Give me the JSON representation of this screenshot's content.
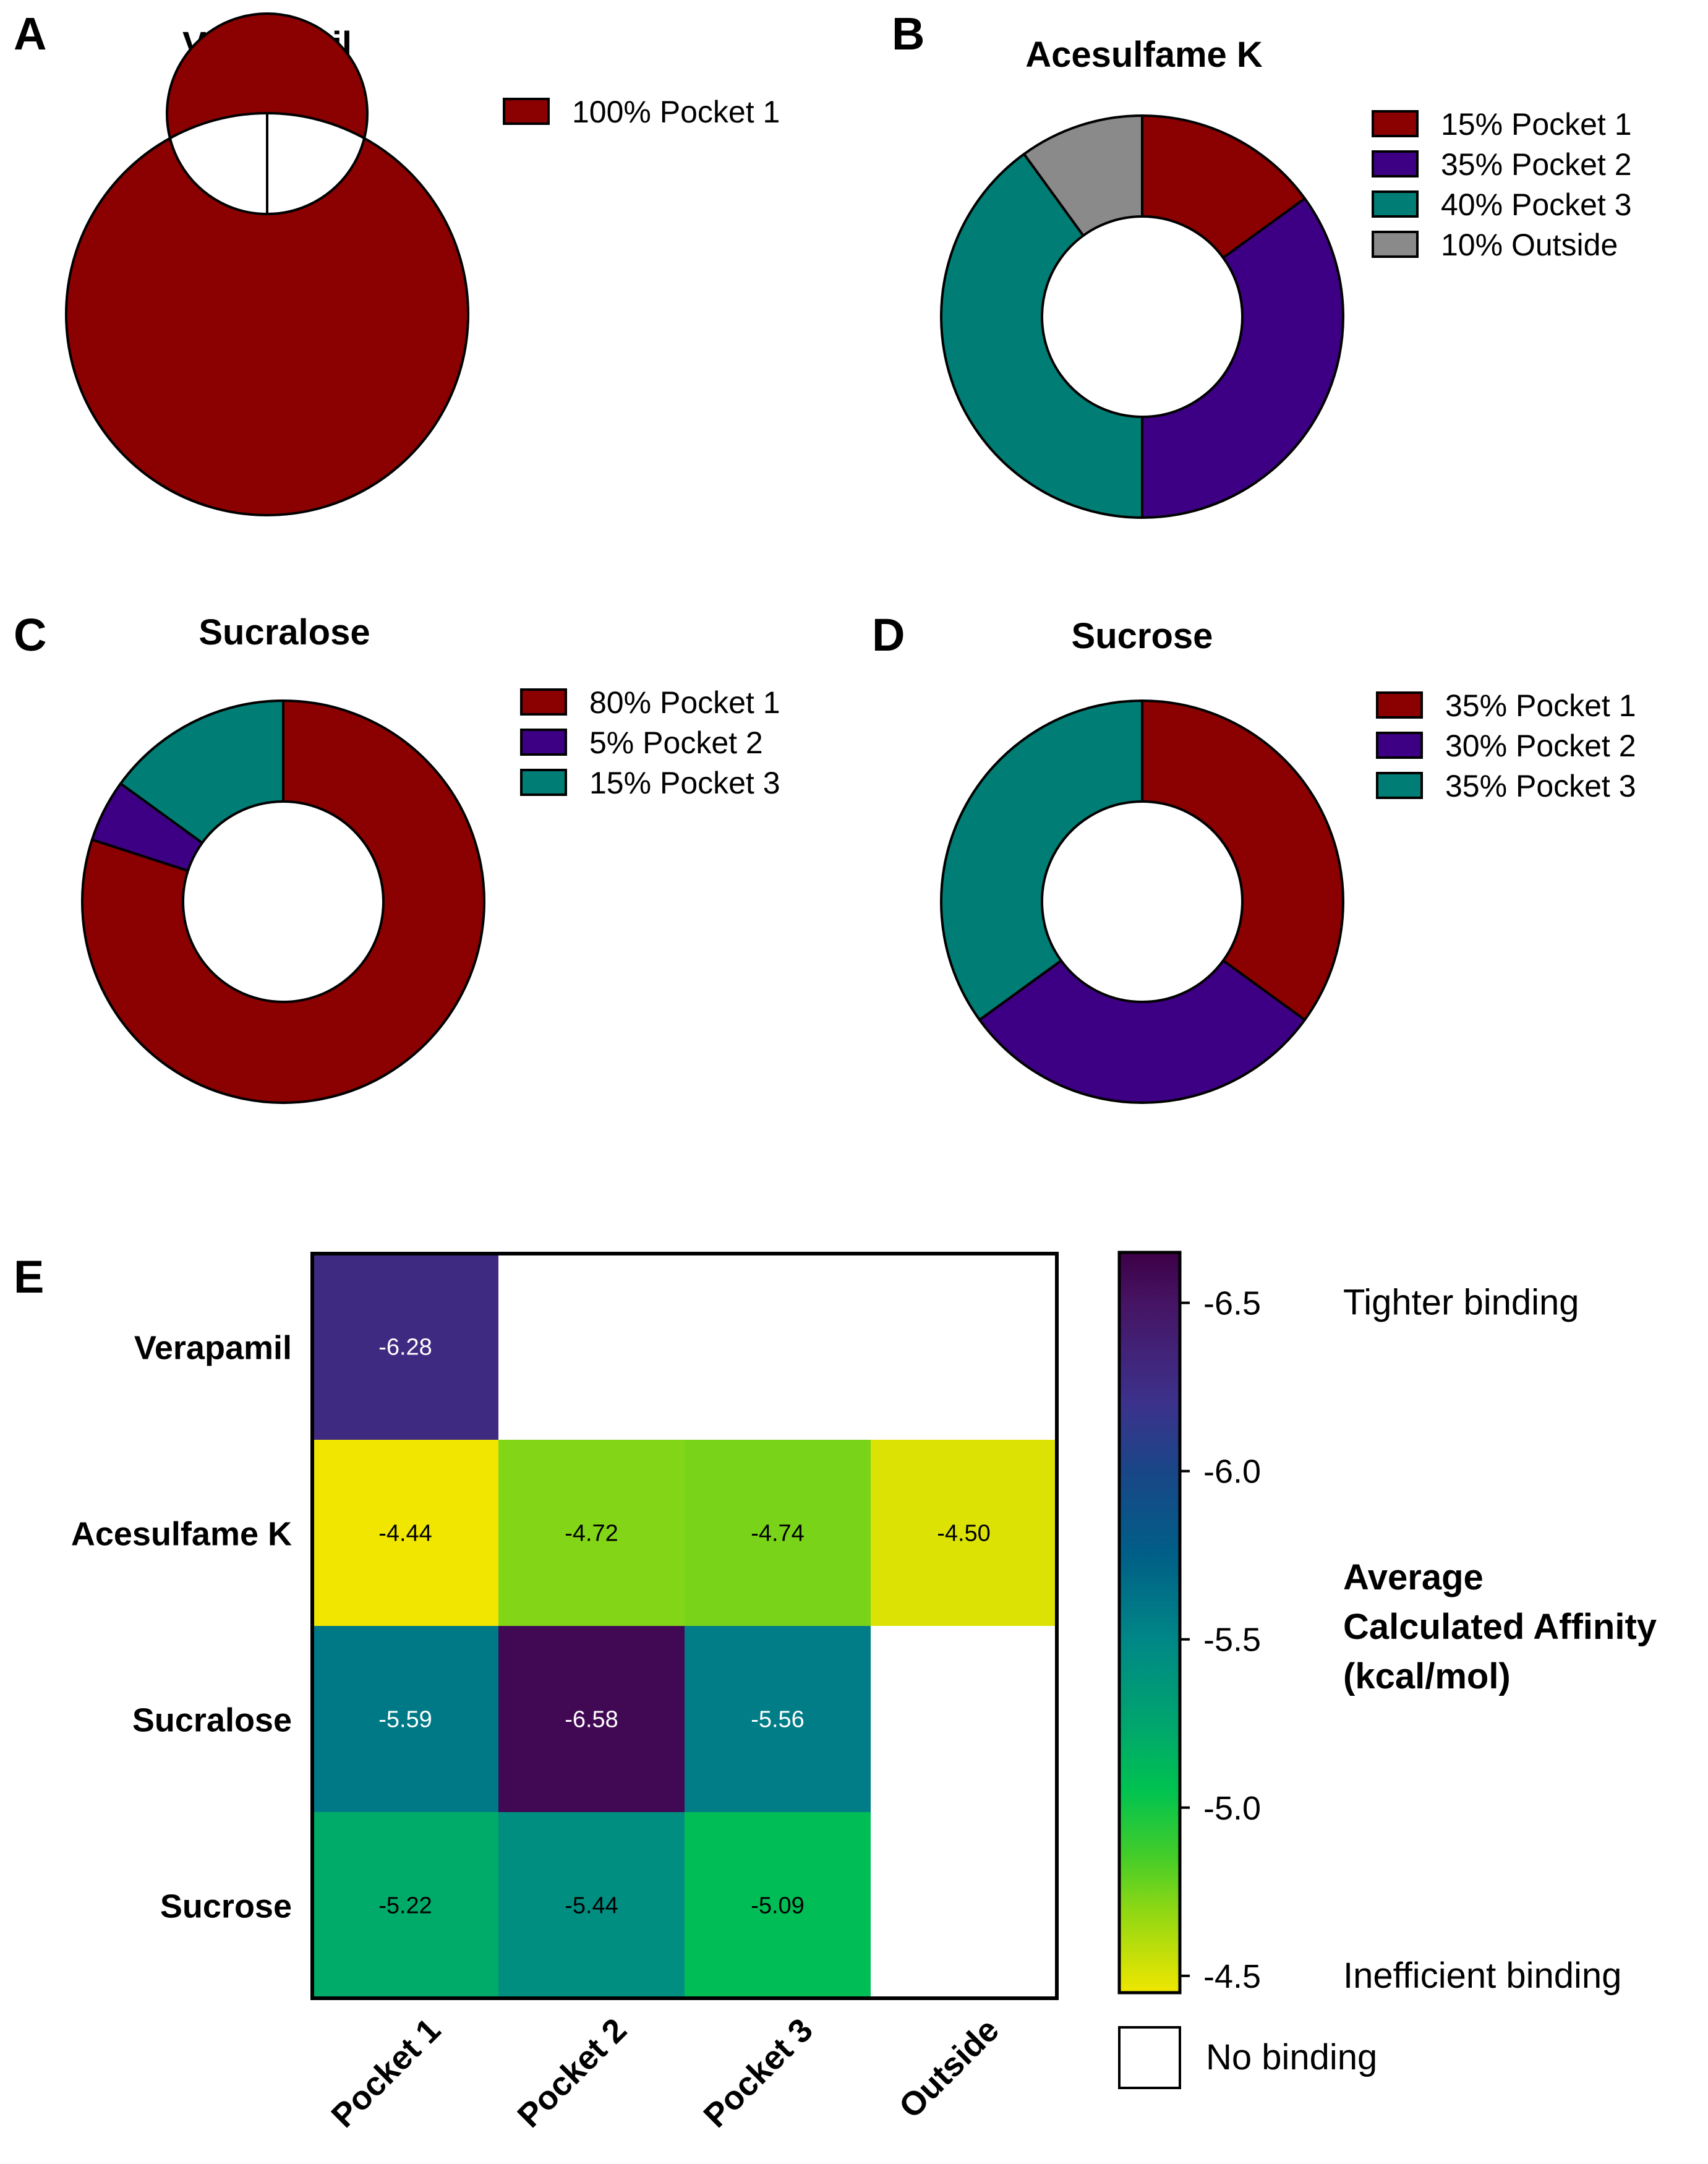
{
  "chart_data": [
    {
      "type": "pie",
      "panel": "A",
      "title": "Verapamil",
      "slices": [
        {
          "label": "Pocket 1",
          "value": 100,
          "legend": "100%  Pocket 1",
          "color": "#8b0000"
        }
      ]
    },
    {
      "type": "pie",
      "panel": "B",
      "title": "Acesulfame K",
      "slices": [
        {
          "label": "Pocket 1",
          "value": 15,
          "legend": "15% Pocket 1",
          "color": "#8b0000"
        },
        {
          "label": "Pocket 2",
          "value": 35,
          "legend": "35% Pocket 2",
          "color": "#3d0085"
        },
        {
          "label": "Pocket 3",
          "value": 40,
          "legend": "40% Pocket 3",
          "color": "#007d74"
        },
        {
          "label": "Outside",
          "value": 10,
          "legend": "10% Outside",
          "color": "#8a8a8a"
        }
      ]
    },
    {
      "type": "pie",
      "panel": "C",
      "title": "Sucralose",
      "slices": [
        {
          "label": "Pocket 1",
          "value": 80,
          "legend": "80%  Pocket 1",
          "color": "#8b0000"
        },
        {
          "label": "Pocket 2",
          "value": 5,
          "legend": "5%  Pocket 2",
          "color": "#3d0085"
        },
        {
          "label": "Pocket 3",
          "value": 15,
          "legend": "15%  Pocket 3",
          "color": "#007d74"
        }
      ]
    },
    {
      "type": "pie",
      "panel": "D",
      "title": "Sucrose",
      "slices": [
        {
          "label": "Pocket 1",
          "value": 35,
          "legend": "35%  Pocket 1",
          "color": "#8b0000"
        },
        {
          "label": "Pocket 2",
          "value": 30,
          "legend": "30%  Pocket 2",
          "color": "#3d0085"
        },
        {
          "label": "Pocket 3",
          "value": 35,
          "legend": "35%  Pocket 3",
          "color": "#007d74"
        }
      ]
    },
    {
      "type": "heatmap",
      "panel": "E",
      "rows": [
        "Verapamil",
        "Acesulfame K",
        "Sucralose",
        "Sucrose"
      ],
      "columns": [
        "Pocket 1",
        "Pocket 2",
        "Pocket 3",
        "Outside"
      ],
      "values": [
        [
          -6.28,
          null,
          null,
          null
        ],
        [
          -4.44,
          -4.72,
          -4.74,
          -4.5
        ],
        [
          -5.59,
          -6.58,
          -5.56,
          null
        ],
        [
          -5.22,
          -5.44,
          -5.09,
          null
        ]
      ],
      "colorbar": {
        "title": [
          "Average",
          "Calculated Affinity",
          "(kcal/mol)"
        ],
        "ticks": [
          "-6.5",
          "-6.0",
          "-5.5",
          "-5.0",
          "-4.5"
        ],
        "tick_values": [
          -6.5,
          -6.0,
          -5.5,
          -5.0,
          -4.5
        ],
        "range": [
          -6.65,
          -4.45
        ],
        "top_label": "Tighter binding",
        "bottom_label": "Inefficient binding",
        "no_binding_label": "No binding"
      }
    }
  ]
}
